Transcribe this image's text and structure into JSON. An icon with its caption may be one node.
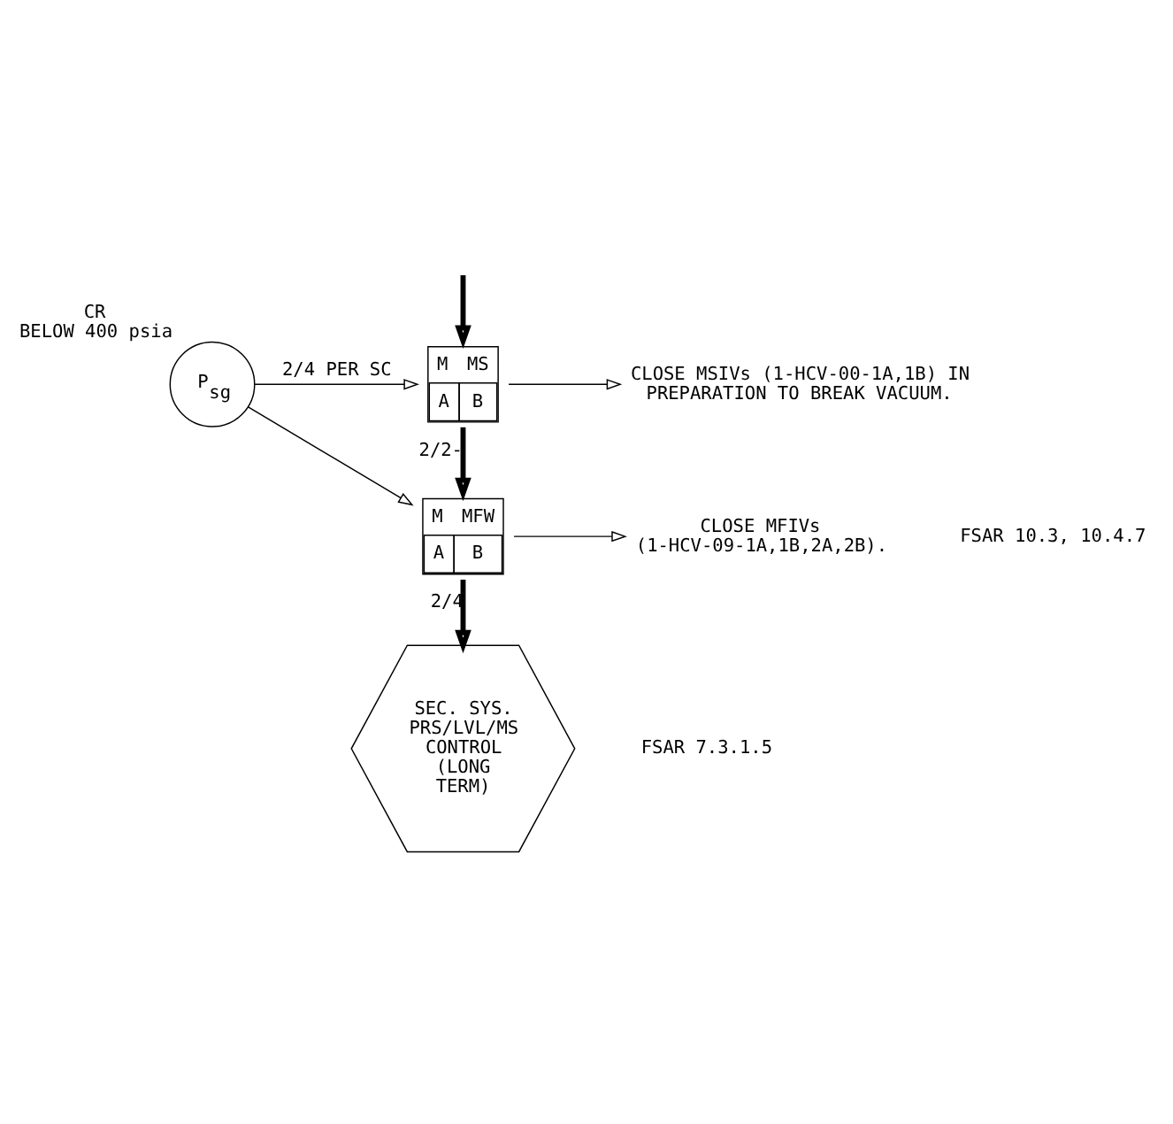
{
  "diagram": {
    "nodes": [
      {
        "text": [
          "P$_{sg}$"
        ],
        "beside": [
          "CR",
          "BELOW 400 psia"
        ]
      },
      {
        "text": [
          "M",
          "MS",
          "A",
          "B"
        ]
      },
      {
        "text": [
          "CLOSE MSIVs (1-HCV-00-1A,1B) IN PREPARATION TO BREAK VACUUM."
        ]
      },
      {
        "text": [
          "M",
          "MFW",
          "A",
          "B"
        ]
      },
      {
        "text": [
          "CLOSE MFIVs (1-HCV-09-1A,1B,2A,2B)."
        ]
      },
      {
        "text": [
          "SEC. SYS. PRS/LVL/MS CONTROL (LONG TERM)"
        ]
      }
    ],
    "edges": [
      {
        "from": null,
        "to": 1,
        "arrow": "to",
        "style": "thick"
      },
      {
        "from": 0,
        "to": 1,
        "arrow": "to",
        "label": "2/4 PER SC"
      },
      {
        "from": 0,
        "to": 3,
        "arrow": "to"
      },
      {
        "from": 1,
        "to": 2,
        "arrow": "to"
      },
      {
        "from": 1,
        "to": 3,
        "arrow": "to",
        "style": "thick",
        "label": "2/2-"
      },
      {
        "from": 3,
        "to": 4,
        "arrow": "to"
      },
      {
        "from": 3,
        "to": 5,
        "arrow": "to",
        "style": "thick",
        "label": "2/4"
      }
    ],
    "labels": [
      "FSAR 10.3, 10.4.7",
      "FSAR 7.3.1.5"
    ]
  }
}
